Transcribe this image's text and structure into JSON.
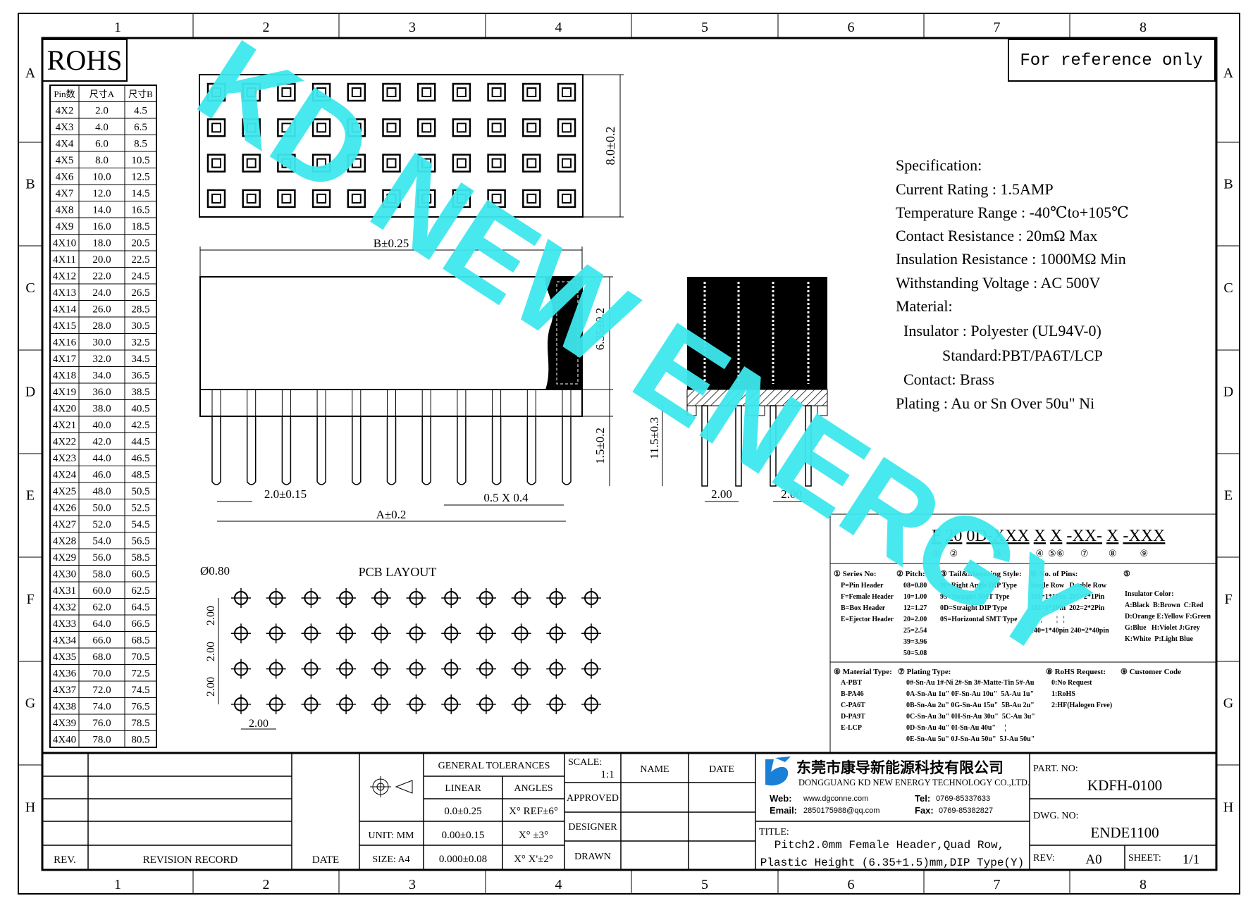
{
  "frame": {
    "columns": [
      "1",
      "2",
      "3",
      "4",
      "5",
      "6",
      "7",
      "8"
    ],
    "rows": [
      "A",
      "B",
      "C",
      "D",
      "E",
      "F",
      "G",
      "H"
    ]
  },
  "rohs_label": "ROHS",
  "reference_note": "For reference only",
  "watermark": "KD NEW ENERGY",
  "pin_table": {
    "headers": [
      "Pin数",
      "尺寸A",
      "尺寸B"
    ],
    "rows": [
      [
        "4X2",
        "2.0",
        "4.5"
      ],
      [
        "4X3",
        "4.0",
        "6.5"
      ],
      [
        "4X4",
        "6.0",
        "8.5"
      ],
      [
        "4X5",
        "8.0",
        "10.5"
      ],
      [
        "4X6",
        "10.0",
        "12.5"
      ],
      [
        "4X7",
        "12.0",
        "14.5"
      ],
      [
        "4X8",
        "14.0",
        "16.5"
      ],
      [
        "4X9",
        "16.0",
        "18.5"
      ],
      [
        "4X10",
        "18.0",
        "20.5"
      ],
      [
        "4X11",
        "20.0",
        "22.5"
      ],
      [
        "4X12",
        "22.0",
        "24.5"
      ],
      [
        "4X13",
        "24.0",
        "26.5"
      ],
      [
        "4X14",
        "26.0",
        "28.5"
      ],
      [
        "4X15",
        "28.0",
        "30.5"
      ],
      [
        "4X16",
        "30.0",
        "32.5"
      ],
      [
        "4X17",
        "32.0",
        "34.5"
      ],
      [
        "4X18",
        "34.0",
        "36.5"
      ],
      [
        "4X19",
        "36.0",
        "38.5"
      ],
      [
        "4X20",
        "38.0",
        "40.5"
      ],
      [
        "4X21",
        "40.0",
        "42.5"
      ],
      [
        "4X22",
        "42.0",
        "44.5"
      ],
      [
        "4X23",
        "44.0",
        "46.5"
      ],
      [
        "4X24",
        "46.0",
        "48.5"
      ],
      [
        "4X25",
        "48.0",
        "50.5"
      ],
      [
        "4X26",
        "50.0",
        "52.5"
      ],
      [
        "4X27",
        "52.0",
        "54.5"
      ],
      [
        "4X28",
        "54.0",
        "56.5"
      ],
      [
        "4X29",
        "56.0",
        "58.5"
      ],
      [
        "4X30",
        "58.0",
        "60.5"
      ],
      [
        "4X31",
        "60.0",
        "62.5"
      ],
      [
        "4X32",
        "62.0",
        "64.5"
      ],
      [
        "4X33",
        "64.0",
        "66.5"
      ],
      [
        "4X34",
        "66.0",
        "68.5"
      ],
      [
        "4X35",
        "68.0",
        "70.5"
      ],
      [
        "4X36",
        "70.0",
        "72.5"
      ],
      [
        "4X37",
        "72.0",
        "74.5"
      ],
      [
        "4X38",
        "74.0",
        "76.5"
      ],
      [
        "4X39",
        "76.0",
        "78.5"
      ],
      [
        "4X40",
        "78.0",
        "80.5"
      ]
    ]
  },
  "dimensions": {
    "top_height": "8.0±0.2",
    "b_width": "B±0.25",
    "body_height": "6.35±0.2",
    "standoff": "1.5±0.2",
    "pitch": "2.0±0.15",
    "pin_section": "0.5 X 0.4",
    "a_width": "A±0.2",
    "pin_length": "11.5±0.3",
    "end_pitch_1": "2.00",
    "end_pitch_2": "2.00"
  },
  "pcb": {
    "title": "PCB LAYOUT",
    "hole_dia": "Ø0.80",
    "pitch_v1": "2.00",
    "pitch_v2": "2.00",
    "pitch_v3": "2.00",
    "pitch_h": "2.00"
  },
  "specification": [
    "Specification:",
    "Current Rating : 1.5AMP",
    "Temperature Range : -40℃to+105℃",
    "Contact Resistance : 20mΩ Max",
    "Insulation Resistance : 1000MΩ Min",
    "Withstanding Voltage : AC 500V",
    "Material:",
    "  Insulator : Polyester (UL94V-0)",
    "            Standard:PBT/PA6T/LCP",
    "  Contact: Brass",
    "Plating : Au or Sn Over 50u\" Ni"
  ],
  "part_code": {
    "segments": [
      "F",
      "20",
      "0D-XXX",
      "X",
      "X",
      "-XX-",
      "X",
      "-XXX"
    ],
    "markers": [
      "①",
      "②",
      "③",
      "④",
      "⑤⑥",
      "⑦",
      "⑧",
      "⑨"
    ],
    "sections_top": [
      {
        "title": "① Series No:",
        "lines": [
          "P=Pin Header",
          "F=Female Header",
          "B=Box Header",
          "E=Ejector Header"
        ]
      },
      {
        "title": "② Pitch:",
        "lines": [
          "08=0.80",
          "10=1.00",
          "12=1.27",
          "20=2.00",
          "25=2.54",
          "39=3.96",
          "50=5.08"
        ]
      },
      {
        "title": "③ Tail&Mounting Style:",
        "lines": [
          "90=Right Angle DIP Type",
          "9S=Straight SMT Type",
          "0D=Straight DIP Type",
          "0S=Horizontal SMT Type"
        ]
      },
      {
        "title": "④ No. of Pins:",
        "lines": [
          "Single Row   Double Row",
          "101=1*1Pin  201=2*1Pin",
          "102=1*2Pin  202=2*2Pin",
          "  ¦   ¦        ¦   ¦",
          "140=1*40pin 240=2*40pin"
        ]
      },
      {
        "title": "⑤",
        "lines": [
          "Insulator Color:",
          "A:Black  B:Brown  C:Red",
          "D:Orange E:Yellow F:Green",
          "G:Blue   H:Violet J:Grey",
          "K:White  P:Light Blue"
        ]
      }
    ],
    "sections_bottom": [
      {
        "title": "⑥ Material Type:",
        "lines": [
          "A-PBT",
          "B-PA46",
          "C-PA6T",
          "D-PA9T",
          "E-LCP"
        ]
      },
      {
        "title": "⑦ Plating Type:",
        "lines": [
          "0#-Sn-Au 1#-Ni 2#-Sn 3#-Matte-Tin 5#-Au",
          "0A-Sn-Au 1u\" 0F-Sn-Au 10u\"  5A-Au 1u\"",
          "0B-Sn-Au 2u\" 0G-Sn-Au 15u\"  5B-Au 2u\"",
          "0C-Sn-Au 3u\" 0H-Sn-Au 30u\"  5C-Au 3u\"",
          "0D-Sn-Au 4u\" 0I-Sn-Au 40u\"     ¦",
          "0E-Sn-Au 5u\" 0J-Sn-Au 50u\"  5J-Au 50u\""
        ]
      },
      {
        "title": "⑧ RoHS Request:",
        "lines": [
          "0:No Request",
          "1:RoHS",
          "2:HF(Halogen Free)"
        ]
      },
      {
        "title": "⑨ Customer Code",
        "lines": []
      }
    ]
  },
  "title_block": {
    "rev": "REV.",
    "revision_record": "REVISION RECORD",
    "date": "DATE",
    "general_tolerances": "GENERAL TOLERANCES",
    "linear": "LINEAR",
    "angles": "ANGLES",
    "tol_rows": [
      [
        "0.0±0.25",
        "X° REF±6°"
      ],
      [
        "0.00±0.15",
        "X° ±3°"
      ],
      [
        "0.000±0.08",
        "X° X'±2°"
      ]
    ],
    "unit": "UNIT: MM",
    "size": "SIZE: A4",
    "scale_label": "SCALE:",
    "scale_value": "1:1",
    "name": "NAME",
    "date_col": "DATE",
    "approved": "APPROVED",
    "designer": "DESIGNER",
    "drawn": "DRAWN",
    "company_cn": "东莞市康导新能源科技有限公司",
    "company_en": "DONGGUANG KD NEW ENERGY TECHNOLOGY CO.,LTD.",
    "web_label": "Web:",
    "web": "www.dgconne.com",
    "email_label": "Email:",
    "email": "2850175988@qq.com",
    "tel_label": "Tel:",
    "tel": "0769-85337633",
    "fax_label": "Fax:",
    "fax": "0769-85382827",
    "title_label": "TITLE:",
    "title_line1": "Pitch2.0mm Female Header,Quad Row,",
    "title_line2": "Plastic Height (6.35+1.5)mm,DIP Type(Y)",
    "part_no_label": "PART. NO:",
    "part_no": "KDFH-0100",
    "dwg_no_label": "DWG. NO:",
    "dwg_no": "ENDE1100",
    "rev_label": "REV:",
    "rev_value": "A0",
    "sheet_label": "SHEET:",
    "sheet_value": "1/1"
  },
  "colors": {
    "watermark": "#3ee8ee",
    "logo_blue": "#1a7fd6",
    "ink": "#000000"
  }
}
